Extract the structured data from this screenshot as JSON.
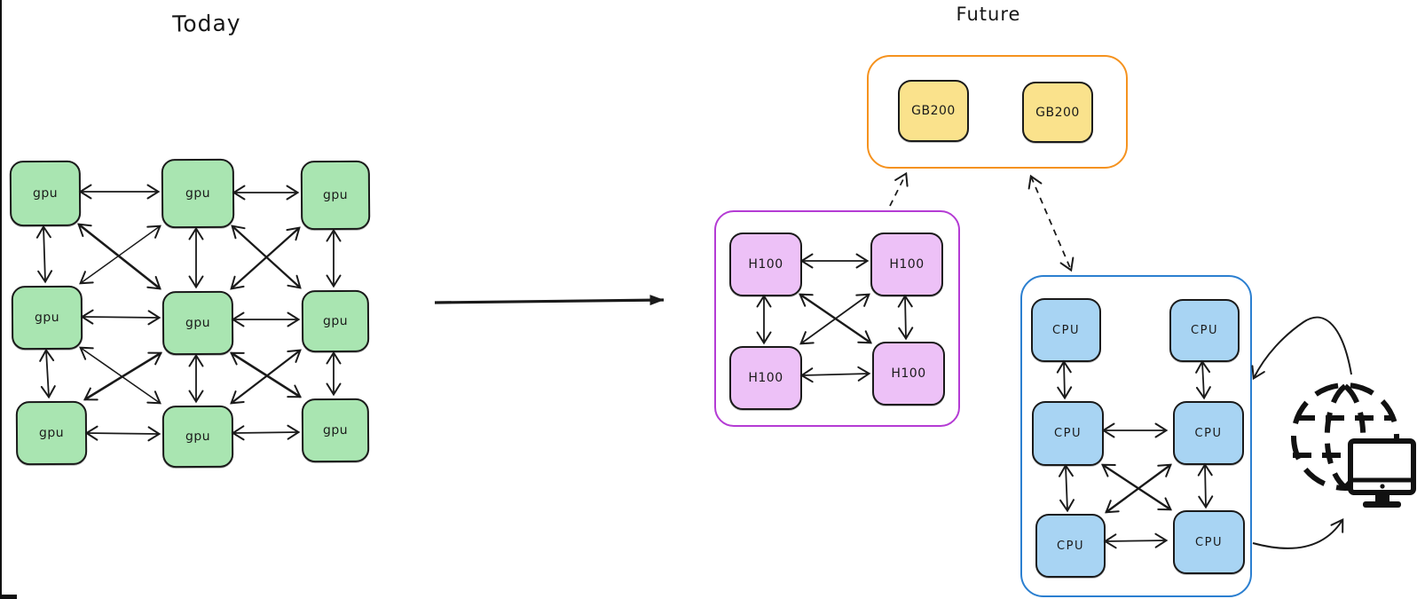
{
  "today": {
    "title": "Today",
    "cluster": {
      "node_label": "gpu",
      "node_count": 9,
      "node_fill": "#a9e5b1",
      "connection_style": "fully meshed double-headed arrows"
    }
  },
  "future": {
    "title": "Future",
    "gb200_cluster": {
      "node_label": "GB200",
      "node_count": 2,
      "node_fill": "#fae28c",
      "border_color": "#f5921e"
    },
    "h100_cluster": {
      "node_label": "H100",
      "node_count": 4,
      "node_fill": "#edc1f7",
      "border_color": "#b43bd4",
      "connection_style": "fully meshed double-headed arrows"
    },
    "cpu_cluster": {
      "node_label": "CPU",
      "node_count": 6,
      "node_fill": "#a8d4f3",
      "border_color": "#2b7fd0",
      "connection_style": "meshed double-headed arrows"
    }
  },
  "connectors": {
    "transition_arrow": "today to future",
    "h100_to_gb200": "dashed arrow",
    "gb200_to_cpu": "dashed double-headed arrow",
    "globe_to_cpu_cluster": "curved arrow",
    "cpu_cluster_to_globe": "curved arrow",
    "arrow_color": "#1a1a1a"
  },
  "icons": {
    "globe_monitor": "internet-globe-with-computer-monitor"
  }
}
